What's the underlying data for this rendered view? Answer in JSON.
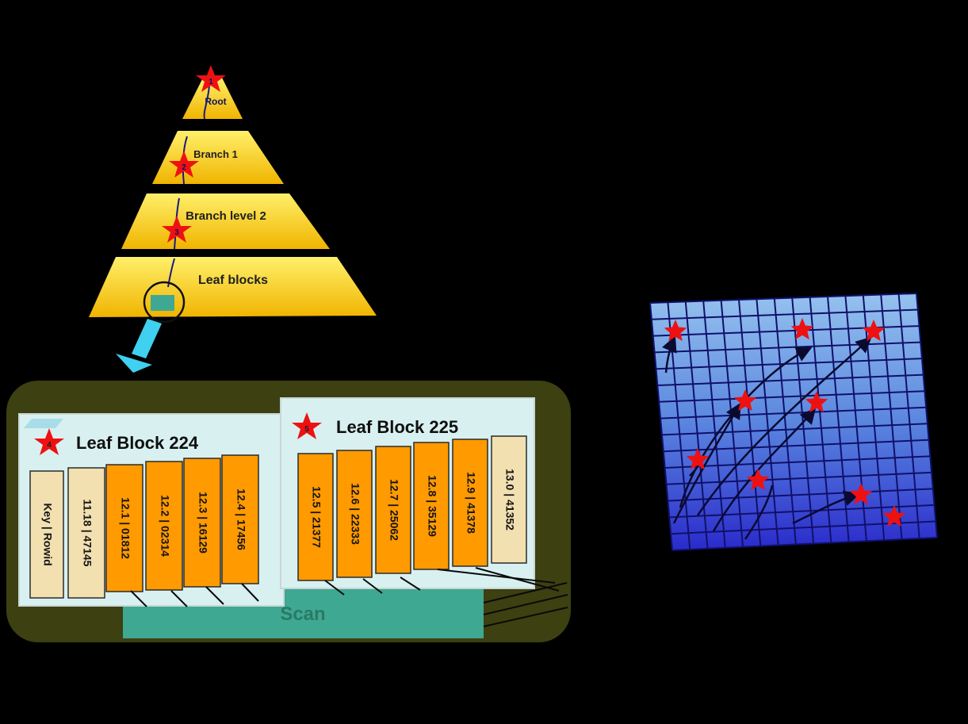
{
  "pyramid": {
    "levels": [
      {
        "label": "Root",
        "star": "1"
      },
      {
        "label": "Branch 1",
        "star": "2"
      },
      {
        "label": "Branch level 2",
        "star": "3"
      },
      {
        "label": "Leaf blocks",
        "star": ""
      }
    ]
  },
  "leaf_blocks": [
    {
      "title": "Leaf Block 224",
      "star": "4",
      "columns": [
        {
          "text": "Key  |  Rowid",
          "kind": "header"
        },
        {
          "text": "11.18 | 47145",
          "kind": "header"
        },
        {
          "text": "12.1 | 01812",
          "kind": "entry"
        },
        {
          "text": "12.2 | 02314",
          "kind": "entry"
        },
        {
          "text": "12.3 | 16129",
          "kind": "entry"
        },
        {
          "text": "12.4 | 17456",
          "kind": "entry"
        }
      ]
    },
    {
      "title": "Leaf Block 225",
      "star": "5",
      "columns": [
        {
          "text": "12.5 | 21377",
          "kind": "entry"
        },
        {
          "text": "12.6 | 22333",
          "kind": "entry"
        },
        {
          "text": "12.7 | 25062",
          "kind": "entry"
        },
        {
          "text": "12.8 | 35129",
          "kind": "entry"
        },
        {
          "text": "12.9 | 41378",
          "kind": "entry"
        },
        {
          "text": "13.0 | 41352",
          "kind": "header"
        }
      ]
    }
  ],
  "scan": {
    "label": "Scan"
  },
  "colors": {
    "pyramid_fill": "#F5C000",
    "pyramid_light": "#FFF06A",
    "leaf_panel_bg": "#3D4010",
    "leaf_block_bg": "#D8F0F0",
    "entry_fill": "#FF9A00",
    "header_fill": "#F2E0B0",
    "scan_bar": "#3FA892",
    "star": "#EE1111",
    "arrow": "#40D0F0",
    "grid_top": "#8FBCEB",
    "grid_bottom": "#2A2FC8"
  }
}
